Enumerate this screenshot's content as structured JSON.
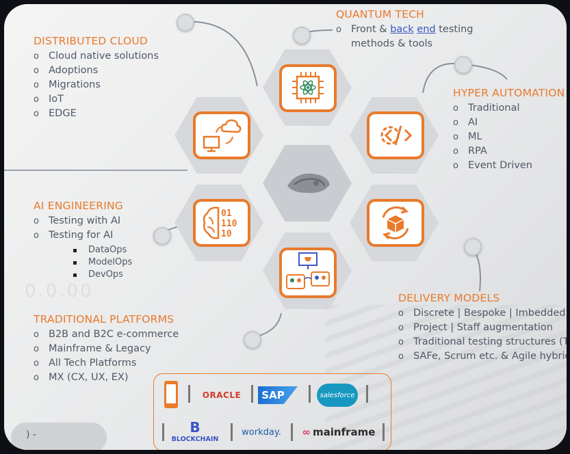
{
  "sections": {
    "distributed_cloud": {
      "title": "DISTRIBUTED CLOUD",
      "items": [
        "Cloud native solutions",
        "Adoptions",
        "Migrations",
        "IoT",
        "EDGE"
      ]
    },
    "quantum_tech": {
      "title": "QUANTUM TECH",
      "item_prefix": "Front & ",
      "item_link1": "back",
      "item_link2": "end",
      "item_suffix": "testing",
      "item_line2": "methods & tools"
    },
    "hyper_automation": {
      "title": "HYPER AUTOMATION",
      "items": [
        "Traditional",
        "AI",
        "ML",
        "RPA",
        "Event Driven"
      ]
    },
    "ai_engineering": {
      "title": "AI ENGINEERING",
      "items": [
        "Testing with AI",
        "Testing for AI"
      ],
      "sub_items": [
        "DataOps",
        "ModelOps",
        "DevOps"
      ]
    },
    "traditional_platforms": {
      "title": "TRADITIONAL PLATFORMS",
      "items": [
        "B2B and B2C e-commerce",
        "Mainframe & Legacy",
        "All Tech Platforms",
        "MX (CX, UX, EX)"
      ]
    },
    "delivery_models": {
      "title": "DELIVERY MODELS",
      "items": [
        "Discrete | Bespoke | Imbedded | Outsourced Managed Testing Services",
        "Project | Staff augmentation",
        "Traditional testing structures (TCC, TCoE, Quality or DevOps Factory etc.)",
        "SAFe, Scrum etc. & Agile hybrids dev & test models"
      ]
    }
  },
  "logos": {
    "oracle": "ORACLE",
    "sap": "SAP",
    "salesforce": "salesforce",
    "blockchain": "BLOCKCHAIN",
    "workday": "workday.",
    "mainframe": "mainframe"
  },
  "background_text": "0.0.00",
  "corner_text": ") -",
  "colors": {
    "accent": "#e87a2c",
    "text": "#4d5866",
    "hex_fill": "#d6d8db"
  },
  "icons": [
    "cloud-computer-icon",
    "cpu-atom-icon",
    "code-gear-icon",
    "brain-binary-icon",
    "box-cycle-icon",
    "ecommerce-network-icon"
  ]
}
